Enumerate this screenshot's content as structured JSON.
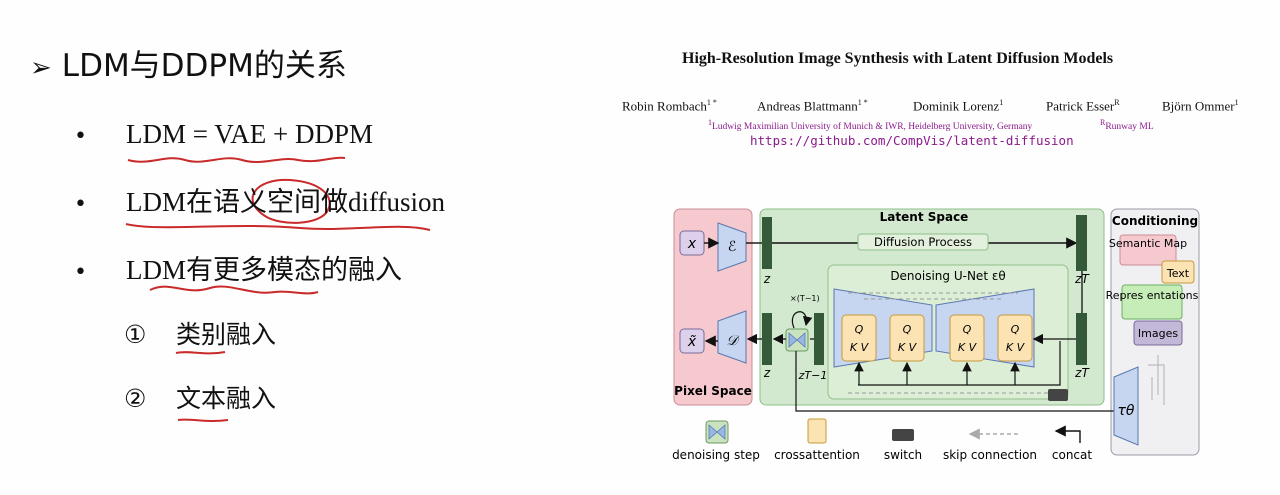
{
  "slide": {
    "heading": "LDM与DDPM的关系",
    "heading_marker": "➢",
    "bullet_marker": "•",
    "bullets": [
      "LDM = VAE + DDPM",
      "LDM在语义空间做diffusion",
      "LDM有更多模态的融入"
    ],
    "sub_items": [
      {
        "num": "①",
        "label": "类别融入"
      },
      {
        "num": "②",
        "label": "文本融入"
      }
    ]
  },
  "paper": {
    "title": "High-Resolution Image Synthesis with Latent Diffusion Models",
    "authors": [
      {
        "name": "Robin Rombach",
        "mark": "1 *"
      },
      {
        "name": "Andreas Blattmann",
        "mark": "1 *"
      },
      {
        "name": "Dominik Lorenz",
        "mark": "1"
      },
      {
        "name": "Patrick Esser",
        "mark": "R"
      },
      {
        "name": "Björn Ommer",
        "mark": "1"
      }
    ],
    "affiliation_1": "Ludwig Maximilian University of Munich & IWR, Heidelberg University, Germany",
    "affiliation_1_mark": "1",
    "affiliation_2": "Runway ML",
    "affiliation_2_mark": "R",
    "url": "https://github.com/CompVis/latent-diffusion"
  },
  "diagram": {
    "pixel_space_label": "Pixel Space",
    "latent_space_label": "Latent Space",
    "conditioning_label": "Conditioning",
    "x_label": "x",
    "x_tilde_label": "x̃",
    "encoder_label": "ℰ",
    "decoder_label": "𝒟",
    "z_label": "z",
    "zT_label": "zT",
    "zT1_label": "zT−1",
    "repeat_label": "×(T−1)",
    "diffusion_process_label": "Diffusion Process",
    "unet_label": "Denoising U-Net εθ",
    "attention_q": "Q",
    "attention_kv": "K V",
    "cond_items": [
      "Semantic Map",
      "Text",
      "Repres entations",
      "Images"
    ],
    "tau_label": "τθ",
    "legend": [
      "denoising step",
      "crossattention",
      "switch",
      "skip connection",
      "concat"
    ],
    "colors": {
      "pixel_bg": "#f6c9cf",
      "latent_bg": "#d3e9cf",
      "unet_bg": "#dcefd6",
      "cond_bg": "#f0f0f3",
      "encoder": "#c6d5f0",
      "attention": "#fbe3b4",
      "dark_block": "#355a3a"
    }
  }
}
